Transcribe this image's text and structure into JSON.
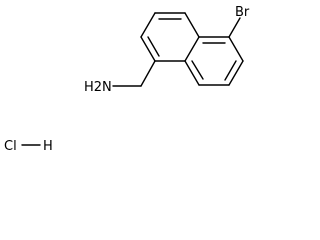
{
  "molecule": {
    "substituent_top": "Br",
    "substituent_amine": "H2N",
    "salt_left": "Cl",
    "salt_right": "H"
  },
  "colors": {
    "bond": "#000000",
    "text": "#000000",
    "background": "#ffffff"
  }
}
